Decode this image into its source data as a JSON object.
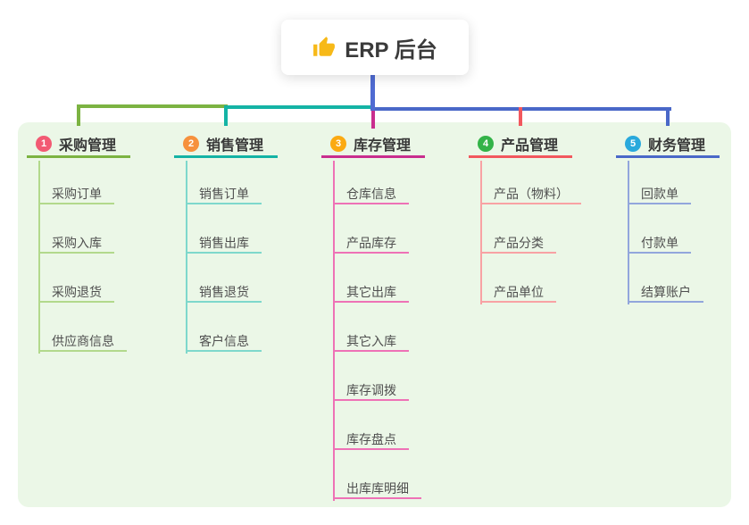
{
  "root": {
    "title": "ERP 后台",
    "icon": "thumbs-up-icon",
    "icon_color": "#f7b918",
    "connector_color": "#4f6bd2"
  },
  "canvas": {
    "background": "#ffffff",
    "panel_color": "#ebf7e7"
  },
  "branches": [
    {
      "num": "1",
      "label": "采购管理",
      "badge_color": "#f25a73",
      "line_color": "#7cb342",
      "child_line_color": "#b2d98c",
      "children": [
        "采购订单",
        "采购入库",
        "采购退货",
        "供应商信息"
      ]
    },
    {
      "num": "2",
      "label": "销售管理",
      "badge_color": "#f6913d",
      "line_color": "#14b3a5",
      "child_line_color": "#7ed8cc",
      "children": [
        "销售订单",
        "销售出库",
        "销售退货",
        "客户信息"
      ]
    },
    {
      "num": "3",
      "label": "库存管理",
      "badge_color": "#fbaa12",
      "line_color": "#c92e8e",
      "child_line_color": "#ee72b6",
      "children": [
        "仓库信息",
        "产品库存",
        "其它出库",
        "其它入库",
        "库存调拨",
        "库存盘点",
        "出库库明细"
      ]
    },
    {
      "num": "4",
      "label": "产品管理",
      "badge_color": "#33b348",
      "line_color": "#f2585e",
      "child_line_color": "#f8a2a4",
      "children": [
        "产品（物料）",
        "产品分类",
        "产品单位"
      ]
    },
    {
      "num": "5",
      "label": "财务管理",
      "badge_color": "#29a9dc",
      "line_color": "#4a68c8",
      "child_line_color": "#92a6dc",
      "children": [
        "回款单",
        "付款单",
        "结算账户"
      ]
    }
  ]
}
